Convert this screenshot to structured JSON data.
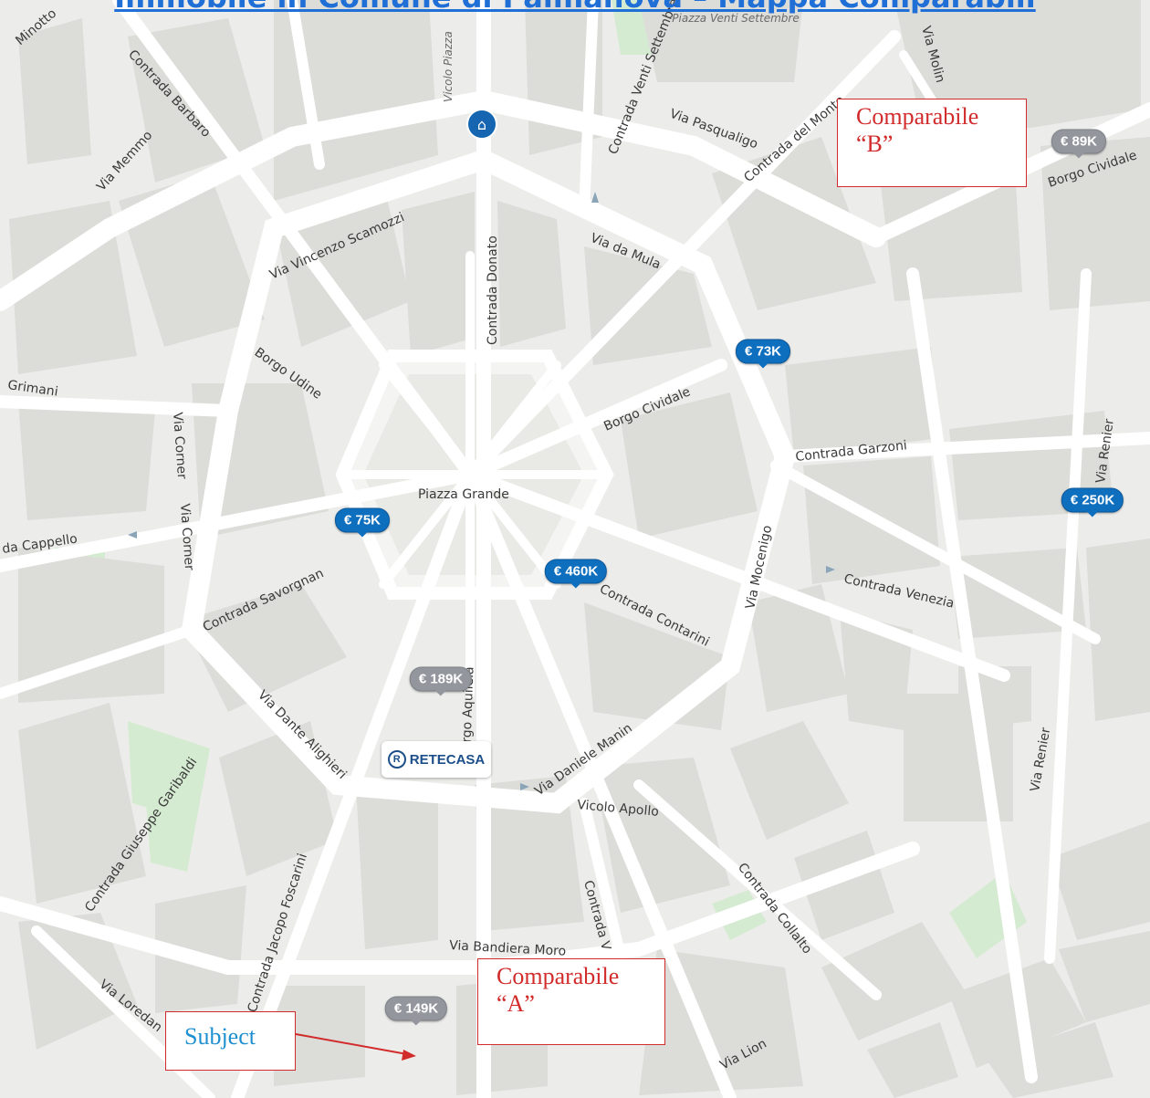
{
  "header": {
    "title": "Immobile in Comune di Palmanova – Mappa Comparabili"
  },
  "map": {
    "square_name": "Piazza Grande",
    "park_name": "Piazza Venti Settembre",
    "streets": {
      "minotto": "Minotto",
      "barbaro": "Contrada Barbaro",
      "memmo": "Via Memmo",
      "scamozzi": "Via Vincenzo Scamozzi",
      "vicolo_piazza": "Vicolo Piazza",
      "donato": "Contrada Donato",
      "venti_settembre": "Contrada Venti Settembre",
      "pasqualigo": "Via Pasqualigo",
      "del_monte": "Contrada del Monte",
      "molin": "Via Molin",
      "borgo_cividale_ne": "Borgo Cividale",
      "da_mula": "Via da Mula",
      "grimani": "Grimani",
      "borgo_udine": "Borgo Udine",
      "borgo_cividale": "Borgo Cividale",
      "garzoni": "Contrada Garzoni",
      "renier_upper": "Via Renier",
      "via_corner": "Via Corner",
      "via_corner_2": "Via Corner",
      "cappello": "da Cappello",
      "savorgnan": "Contrada Savorgnan",
      "mocenigo": "Via Mocenigo",
      "venezia": "Contrada Venezia",
      "contarini": "Contrada Contarini",
      "borgo_aquileia": "Borgo Aquileia",
      "dante": "Via Dante Alighieri",
      "daniele_manin": "Via Daniele Manin",
      "vicolo_apollo": "Vicolo Apollo",
      "garibaldi": "Contrada Giuseppe Garibaldi",
      "foscarini": "Contrada Jacopo Foscarini",
      "contrada_v": "Contrada V",
      "collalto": "Contrada Collalto",
      "bandiera_moro": "Via Bandiera Moro",
      "via_renier": "Via Renier",
      "loredan": "Via Loredan",
      "lion": "Via Lion"
    },
    "colors": {
      "land": "#ececea",
      "block": "#dcdcd9",
      "road": "#ffffff",
      "park": "#d5ebd1",
      "marker_blue": "#0f6fbf",
      "marker_grey": "#93979d",
      "callout_red": "#d22b2b",
      "callout_blue": "#1e8fd0"
    },
    "icons": {
      "home_pin": "home-icon",
      "retecasa_logo": "retecasa-logo-icon"
    }
  },
  "markers": [
    {
      "label": "€ 89K",
      "style": "grey"
    },
    {
      "label": "€ 73K",
      "style": "blue"
    },
    {
      "label": "€ 250K",
      "style": "blue"
    },
    {
      "label": "€ 75K",
      "style": "blue"
    },
    {
      "label": "€ 460K",
      "style": "blue"
    },
    {
      "label": "€ 189K",
      "style": "grey"
    },
    {
      "label": "€ 149K",
      "style": "grey"
    }
  ],
  "logo": {
    "brand": "RETECASA",
    "initial": "R"
  },
  "callouts": {
    "comparabile_b_line1": "Comparabile",
    "comparabile_b_line2": "“B”",
    "comparabile_a_line1": "Comparabile",
    "comparabile_a_line2": "“A”",
    "subject": "Subject"
  }
}
